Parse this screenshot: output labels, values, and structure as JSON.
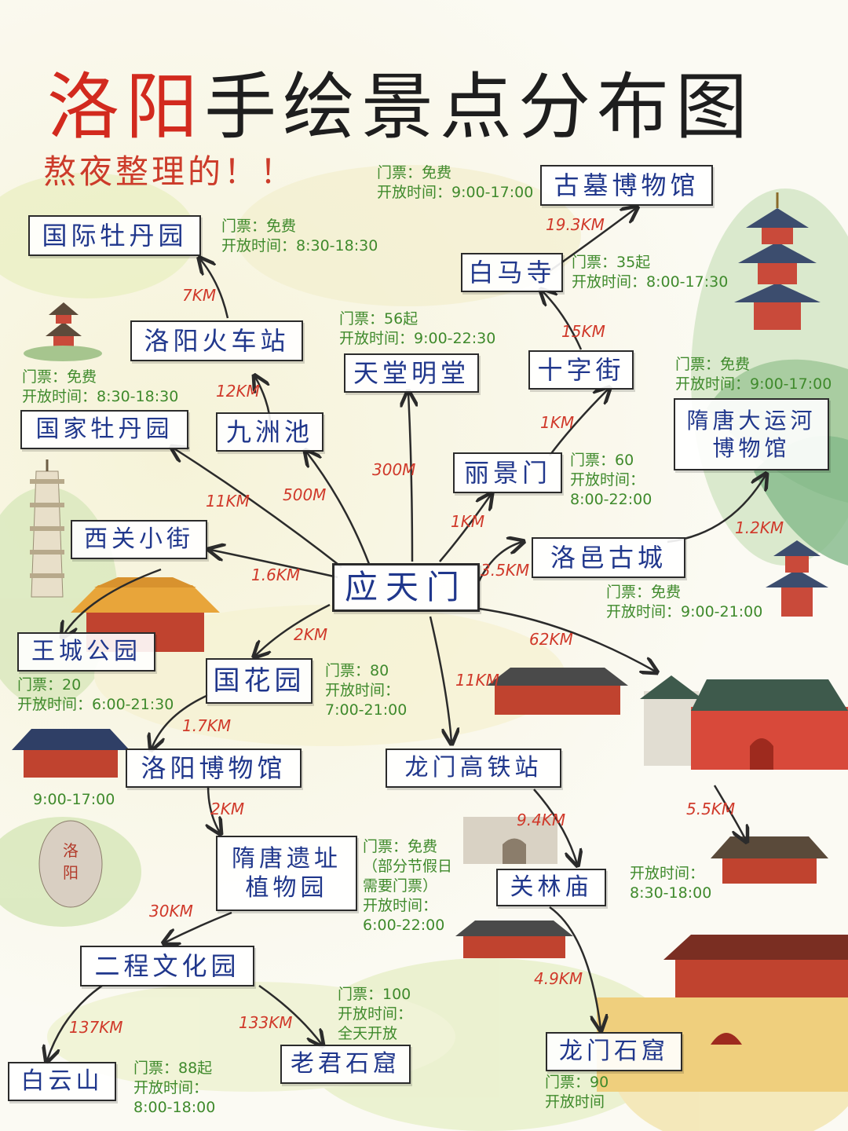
{
  "header": {
    "title_city": "洛阳",
    "title_rest": "手绘景点分布图",
    "subtitle": "熬夜整理的！！"
  },
  "colors": {
    "title_red": "#d22a1e",
    "box_text_blue": "#20378c",
    "info_green": "#3f8a2c",
    "distance_red": "#d0392a"
  },
  "map": {
    "center_spot": "应天门",
    "spots": {
      "gumu": "古墓博物馆",
      "mudan_intl": "国际牡丹园",
      "baima": "白马寺",
      "huochezhan": "洛阳火车站",
      "tiantang": "天堂明堂",
      "shizijie": "十字街",
      "mudan_national": "国家牡丹园",
      "jiuzhouchi": "九洲池",
      "yunhe": "隋唐大运河\n博物馆",
      "lijingmen": "丽景门",
      "xiguan": "西关小街",
      "luoyi": "洛邑古城",
      "wangcheng": "王城公园",
      "guohua": "国花园",
      "bowuguan": "洛阳博物馆",
      "gaotie": "龙门高铁站",
      "suitang": "隋唐遗址\n植物园",
      "guanlin": "关林庙",
      "ercheng": "二程文化园",
      "longmen": "龙门石窟",
      "baiyun": "白云山",
      "laojun": "老君石窟"
    },
    "distances": {
      "gumu": "19.3KM",
      "mudan_intl": "7KM",
      "baima": "15KM",
      "huochezhan": "12KM",
      "shizijie": "1KM",
      "tiantang": "300M",
      "jiuzhouchi": "500M",
      "mudan_national": "11KM",
      "lijingmen": "1KM",
      "yunhe": "1.2KM",
      "luoyi": "3.5KM",
      "xiguan": "1.6KM",
      "guohua": "2KM",
      "pagoda_hall": "62KM",
      "gaotie": "11KM",
      "bowuguan": "1.7KM",
      "suitang": "2KM",
      "guanlin_gate": "9.4KM",
      "guanlin_temple": "5.5KM",
      "longmen": "4.9KM",
      "ercheng": "30KM",
      "baiyun": "137KM",
      "laojun": "133KM"
    },
    "infos": {
      "gumu": "门票：免费\n开放时间：9:00-17:00",
      "mudan_intl": "门票：免费\n开放时间：8:30-18:30",
      "baima": "门票：35起\n开放时间：8:00-17:30",
      "tiantang": "门票：56起\n开放时间：9:00-22:30",
      "mudan_national": "门票：免费\n开放时间：8:30-18:30",
      "yunhe": "门票：免费\n开放时间：9:00-17:00",
      "lijingmen": "门票：60\n开放时间：\n8:00-22:00",
      "luoyi": "门票：免费\n开放时间：9:00-21:00",
      "wangcheng": "门票：20\n开放时间：6:00-21:30",
      "guohua": "门票：80\n开放时间：\n7:00-21:00",
      "bowuguan": "9:00-17:00",
      "suitang": "门票：免费\n（部分节假日\n需要门票）\n开放时间：\n6:00-22:00",
      "guanlin": "开放时间：\n8:30-18:00",
      "laojun": "门票：100\n开放时间：\n全天开放",
      "baiyun": "门票：88起\n开放时间：\n8:00-18:00",
      "longmen": "门票：90\n开放时间"
    }
  }
}
